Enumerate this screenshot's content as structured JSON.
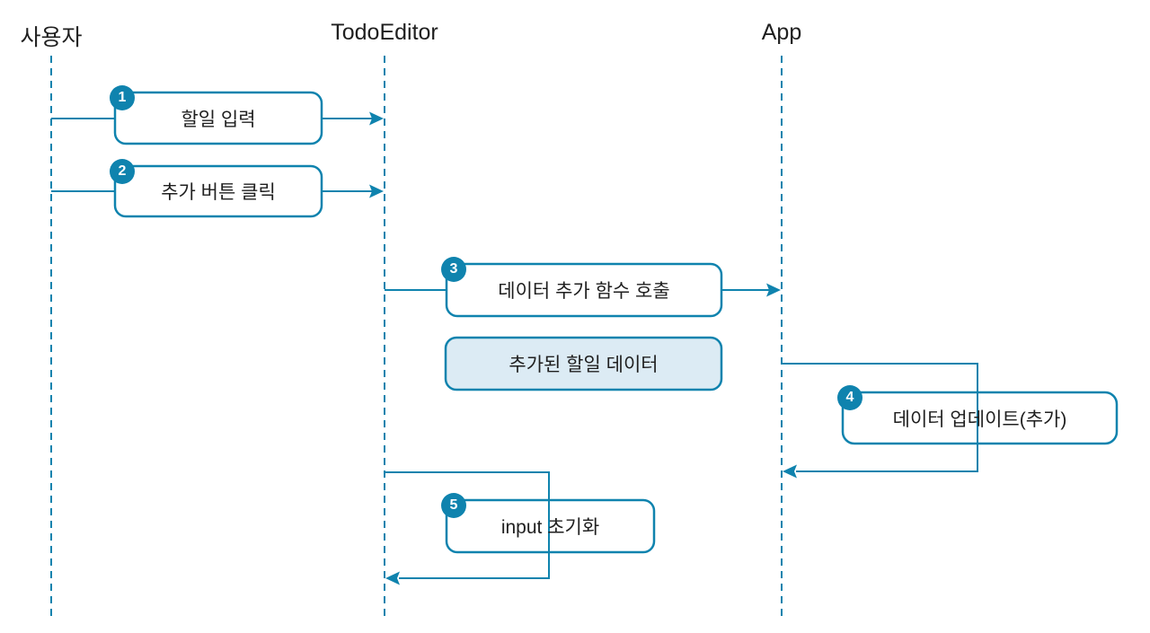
{
  "actors": [
    {
      "id": "user",
      "label": "사용자"
    },
    {
      "id": "todo_editor",
      "label": "TodoEditor"
    },
    {
      "id": "app",
      "label": "App"
    }
  ],
  "steps": [
    {
      "num": "1",
      "label": "할일 입력",
      "from": "사용자",
      "to": "TodoEditor"
    },
    {
      "num": "2",
      "label": "추가 버튼 클릭",
      "from": "사용자",
      "to": "TodoEditor"
    },
    {
      "num": "3",
      "label": "데이터 추가 함수 호출",
      "from": "TodoEditor",
      "to": "App"
    },
    {
      "num": "4",
      "label": "데이터 업데이트(추가)",
      "from": "App",
      "to": "App"
    },
    {
      "num": "5",
      "label": "input 초기화",
      "from": "TodoEditor",
      "to": "TodoEditor"
    }
  ],
  "note": {
    "label": "추가된 할일 데이터"
  },
  "colors": {
    "accent": "#0f83ae",
    "note_fill": "#dcebf4",
    "text": "#1f1f1f",
    "background": "#ffffff"
  }
}
